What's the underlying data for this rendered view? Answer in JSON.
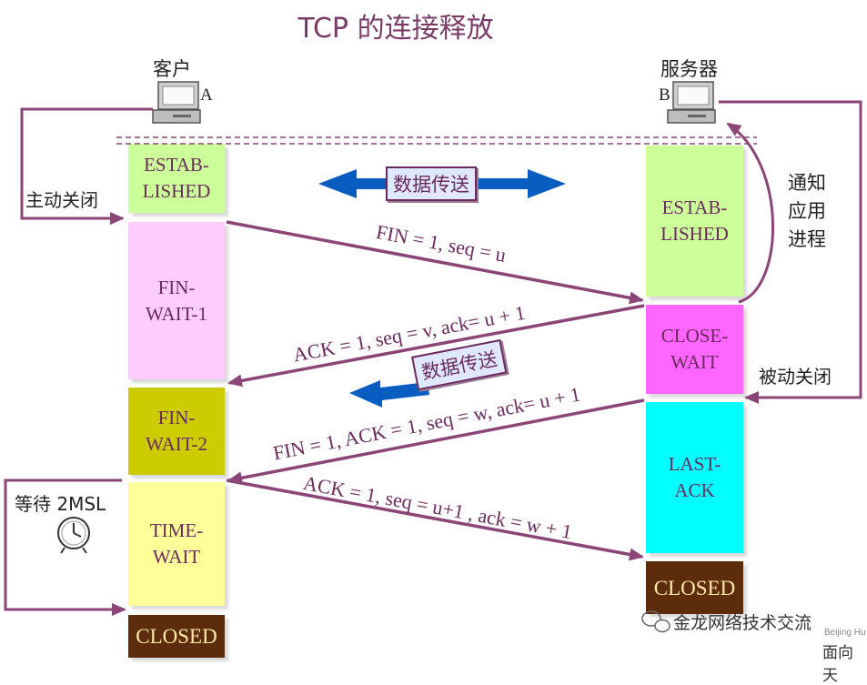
{
  "title": "TCP 的连接释放",
  "client": {
    "name": "客户",
    "letter": "A"
  },
  "server": {
    "name": "服务器",
    "letter": "B"
  },
  "client_states": [
    {
      "text": "ESTAB-\nLISHED",
      "color": "#ccff99"
    },
    {
      "text": "FIN-\nWAIT-1",
      "color": "#ffccff"
    },
    {
      "text": "FIN-\nWAIT-2",
      "color": "#cccc00"
    },
    {
      "text": "TIME-\nWAIT",
      "color": "#ffff99"
    },
    {
      "text": "CLOSED",
      "color": "#5c2c0c"
    }
  ],
  "server_states": [
    {
      "text": "ESTAB-\nLISHED",
      "color": "#ccff99"
    },
    {
      "text": "CLOSE-\nWAIT",
      "color": "#ff66ff"
    },
    {
      "text": "LAST-\nACK",
      "color": "#00ffff"
    },
    {
      "text": "CLOSED",
      "color": "#5c2c0c"
    }
  ],
  "messages": [
    {
      "text": "FIN = 1, seq = u"
    },
    {
      "text": "ACK = 1, seq = v, ack= u + 1"
    },
    {
      "text": "FIN = 1, ACK = 1, seq = w, ack= u + 1"
    },
    {
      "text": "ACK = 1, seq = u+1 , ack = w + 1"
    }
  ],
  "data_transfer_label": "数据传送",
  "active_close": "主动关闭",
  "passive_close": "被动关闭",
  "notify_app": "通知\n应用\n进程",
  "wait_2msl": "等待 2MSL",
  "watermark": "金龙网络技术交流",
  "corner_small": "Beijing Hu",
  "corner_big": "面向天",
  "colors": {
    "arrow": "#8b4577",
    "data_arrow": "#0a5dc0",
    "title": "#7a3a66"
  },
  "icons": [
    "computer-icon",
    "clock-icon",
    "wechat-icon"
  ]
}
